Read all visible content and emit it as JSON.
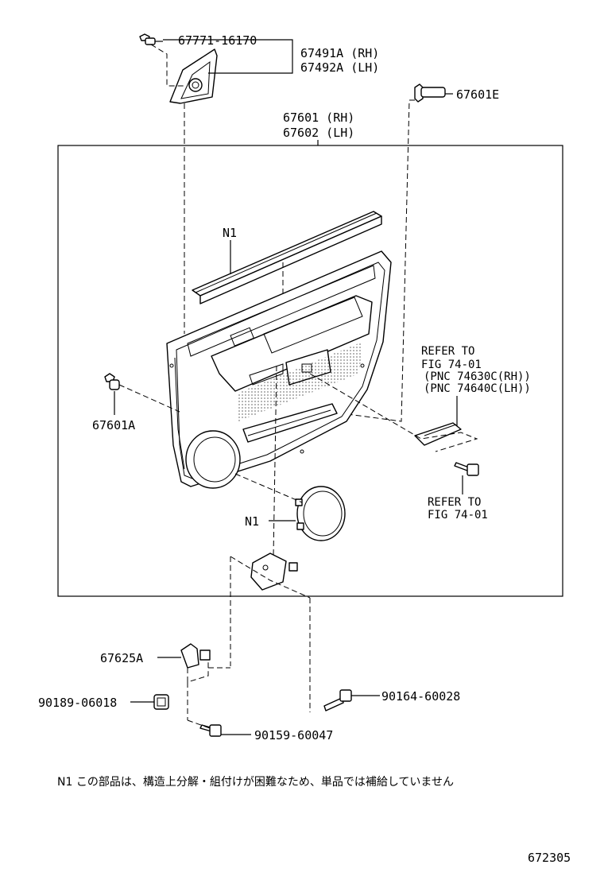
{
  "labels": {
    "p1": "67771-16170",
    "p2a": "67491A (RH)",
    "p2b": "67492A (LH)",
    "p3": "67601E",
    "p4a": "67601 (RH)",
    "p4b": "67602 (LH)",
    "n1_top": "N1",
    "refer1_a": "REFER TO",
    "refer1_b": "FIG 74-01",
    "refer1_c": "(PNC 74630C(RH))",
    "refer1_d": "(PNC 74640C(LH))",
    "p5": "67601A",
    "refer2_a": "REFER TO",
    "refer2_b": "FIG 74-01",
    "n1_mid": "N1",
    "p6": "67625A",
    "p7": "90189-06018",
    "p8": "90164-60028",
    "p9": "90159-60047",
    "note": "N1  この部品は、構造上分解・組付けが困難なため、単品では補給していません",
    "figure_no": "672305"
  }
}
